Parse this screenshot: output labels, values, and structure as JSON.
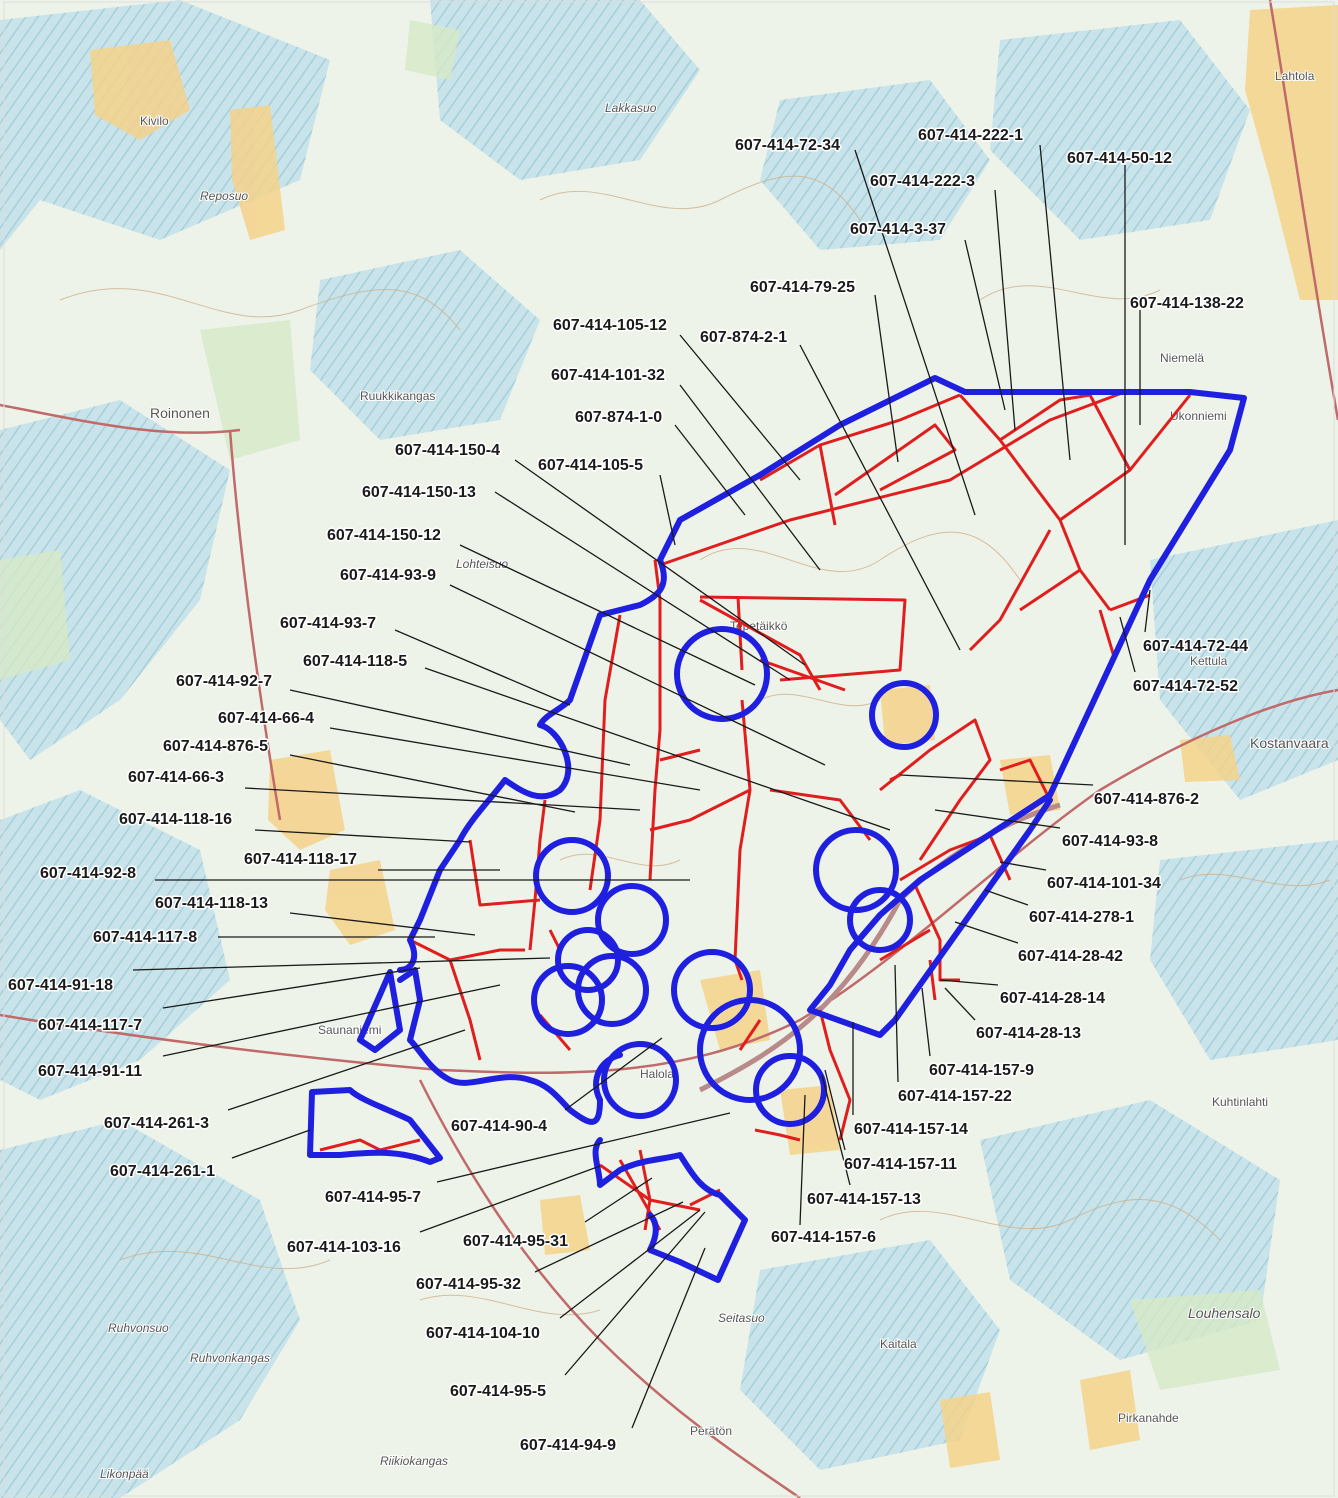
{
  "map": {
    "colors": {
      "background": "#eef3ea",
      "wetland": "#b8dce6",
      "field": "#f5d28a",
      "forest_open": "#d9ead0",
      "contour": "#c8a77a",
      "road": "#c06a6a",
      "boundary": "#1f1fe0",
      "parcel_lines": "#e01e1e",
      "label_text": "#1a1a1a"
    },
    "place_names": [
      {
        "id": "kivilo",
        "text": "Kivilo"
      },
      {
        "id": "lakkasuo",
        "text": "Lakkasuo"
      },
      {
        "id": "reposuo",
        "text": "Reposuo"
      },
      {
        "id": "roinonen",
        "text": "Roinonen"
      },
      {
        "id": "ruukkikangas",
        "text": "Ruukkikangas"
      },
      {
        "id": "lohteisuo",
        "text": "Lohteisuo"
      },
      {
        "id": "ukonniemi",
        "text": "Ukonniemi"
      },
      {
        "id": "lahtola",
        "text": "Lahtola"
      },
      {
        "id": "kostanvaara",
        "text": "Kostanvaara"
      },
      {
        "id": "kettula",
        "text": "Kettula"
      },
      {
        "id": "tepetaikko",
        "text": "Tepetäikkö"
      },
      {
        "id": "saunaniemi",
        "text": "Saunaniemi"
      },
      {
        "id": "ruhvonsuo",
        "text": "Ruhvonsuo"
      },
      {
        "id": "ruhvonkangas",
        "text": "Ruhvonkangas"
      },
      {
        "id": "louhensalo",
        "text": "Louhensalo"
      },
      {
        "id": "seitasuo",
        "text": "Seitasuo"
      },
      {
        "id": "riikiokangas",
        "text": "Riikiokangas"
      },
      {
        "id": "likonpaa",
        "text": "Likonpää"
      },
      {
        "id": "peraton",
        "text": "Perätön"
      },
      {
        "id": "pirkanahde",
        "text": "Pirkanahde"
      },
      {
        "id": "kaitala",
        "text": "Kaitala"
      },
      {
        "id": "halola",
        "text": "Halola"
      },
      {
        "id": "niemela",
        "text": "Niemelä"
      },
      {
        "id": "kuhtinlahti",
        "text": "Kuhtinlahti"
      }
    ],
    "parcel_labels": [
      {
        "id": "l1",
        "text": "607-414-72-34"
      },
      {
        "id": "l2",
        "text": "607-414-222-1"
      },
      {
        "id": "l3",
        "text": "607-414-50-12"
      },
      {
        "id": "l4",
        "text": "607-414-222-3"
      },
      {
        "id": "l5",
        "text": "607-414-3-37"
      },
      {
        "id": "l6",
        "text": "607-414-79-25"
      },
      {
        "id": "l7",
        "text": "607-414-138-22"
      },
      {
        "id": "l8",
        "text": "607-414-105-12"
      },
      {
        "id": "l9",
        "text": "607-874-2-1"
      },
      {
        "id": "l10",
        "text": "607-414-101-32"
      },
      {
        "id": "l11",
        "text": "607-874-1-0"
      },
      {
        "id": "l12",
        "text": "607-414-150-4"
      },
      {
        "id": "l13",
        "text": "607-414-105-5"
      },
      {
        "id": "l14",
        "text": "607-414-150-13"
      },
      {
        "id": "l15",
        "text": "607-414-150-12"
      },
      {
        "id": "l16",
        "text": "607-414-93-9"
      },
      {
        "id": "l17",
        "text": "607-414-93-7"
      },
      {
        "id": "l18",
        "text": "607-414-118-5"
      },
      {
        "id": "l19",
        "text": "607-414-92-7"
      },
      {
        "id": "l20",
        "text": "607-414-66-4"
      },
      {
        "id": "l21",
        "text": "607-414-876-5"
      },
      {
        "id": "l22",
        "text": "607-414-66-3"
      },
      {
        "id": "l23",
        "text": "607-414-118-16"
      },
      {
        "id": "l24",
        "text": "607-414-118-17"
      },
      {
        "id": "l25",
        "text": "607-414-92-8"
      },
      {
        "id": "l26",
        "text": "607-414-118-13"
      },
      {
        "id": "l27",
        "text": "607-414-117-8"
      },
      {
        "id": "l28",
        "text": "607-414-91-18"
      },
      {
        "id": "l29",
        "text": "607-414-117-7"
      },
      {
        "id": "l30",
        "text": "607-414-91-11"
      },
      {
        "id": "l31",
        "text": "607-414-261-3"
      },
      {
        "id": "l32",
        "text": "607-414-261-1"
      },
      {
        "id": "l33",
        "text": "607-414-90-4"
      },
      {
        "id": "l34",
        "text": "607-414-95-7"
      },
      {
        "id": "l35",
        "text": "607-414-103-16"
      },
      {
        "id": "l36",
        "text": "607-414-95-31"
      },
      {
        "id": "l37",
        "text": "607-414-95-32"
      },
      {
        "id": "l38",
        "text": "607-414-104-10"
      },
      {
        "id": "l39",
        "text": "607-414-95-5"
      },
      {
        "id": "l40",
        "text": "607-414-94-9"
      },
      {
        "id": "l41",
        "text": "607-414-157-6"
      },
      {
        "id": "l42",
        "text": "607-414-157-13"
      },
      {
        "id": "l43",
        "text": "607-414-157-11"
      },
      {
        "id": "l44",
        "text": "607-414-157-14"
      },
      {
        "id": "l45",
        "text": "607-414-157-22"
      },
      {
        "id": "l46",
        "text": "607-414-157-9"
      },
      {
        "id": "l47",
        "text": "607-414-28-13"
      },
      {
        "id": "l48",
        "text": "607-414-28-14"
      },
      {
        "id": "l49",
        "text": "607-414-28-42"
      },
      {
        "id": "l50",
        "text": "607-414-278-1"
      },
      {
        "id": "l51",
        "text": "607-414-101-34"
      },
      {
        "id": "l52",
        "text": "607-414-93-8"
      },
      {
        "id": "l53",
        "text": "607-414-876-2"
      },
      {
        "id": "l54",
        "text": "607-414-72-52"
      },
      {
        "id": "l55",
        "text": "607-414-72-44"
      }
    ]
  }
}
